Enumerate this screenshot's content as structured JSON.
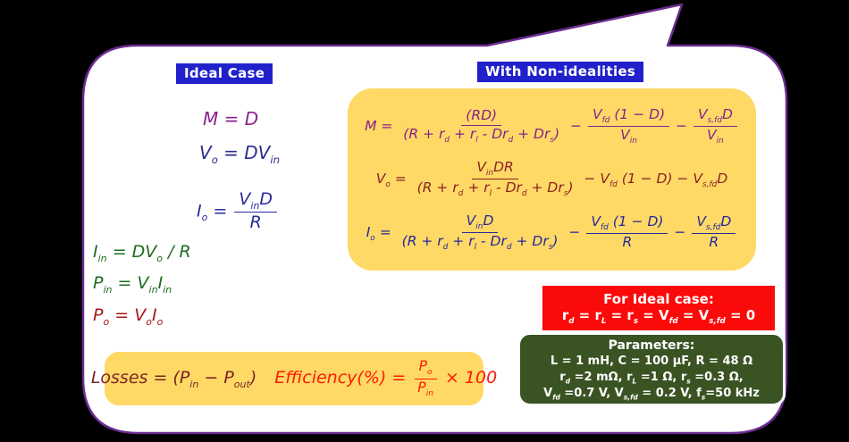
{
  "canvas": {
    "bg": "#000000",
    "bubble_fill": "#FFFFFF",
    "bubble_border": "#6B2C91"
  },
  "headers": {
    "bg": "#2121CB",
    "fg": "#FFFFFF",
    "ideal_case": "Ideal Case",
    "with_nonidealities": "With Non-idealities"
  },
  "ideal_column": {
    "m": {
      "color": "#8A2190",
      "parts": [
        {
          "t": "txt",
          "s": "M = D"
        }
      ]
    },
    "vo": {
      "color": "#2B2B8F",
      "parts": [
        {
          "t": "txt",
          "s": "V"
        },
        {
          "t": "sub",
          "s": "o"
        },
        {
          "t": "txt",
          "s": " = DV"
        },
        {
          "t": "sub",
          "s": "in"
        }
      ]
    },
    "io": {
      "color": "#2B2B9C",
      "parts": [
        {
          "t": "txt",
          "s": "I"
        },
        {
          "t": "sub",
          "s": "o"
        },
        {
          "t": "txt",
          "s": " = "
        },
        {
          "t": "frac",
          "n": [
            {
              "t": "txt",
              "s": "V"
            },
            {
              "t": "sub",
              "s": "in"
            },
            {
              "t": "txt",
              "s": "D"
            }
          ],
          "d": [
            {
              "t": "txt",
              "s": "R"
            }
          ]
        }
      ]
    },
    "iin": {
      "color": "#1E6B1E",
      "parts": [
        {
          "t": "txt",
          "s": "I"
        },
        {
          "t": "sub",
          "s": "in"
        },
        {
          "t": "txt",
          "s": " = DV"
        },
        {
          "t": "sub",
          "s": "o"
        },
        {
          "t": "txt",
          "s": " / R"
        }
      ]
    },
    "pin": {
      "color": "#1E6B1E",
      "parts": [
        {
          "t": "txt",
          "s": "P"
        },
        {
          "t": "sub",
          "s": "in"
        },
        {
          "t": "txt",
          "s": " = V"
        },
        {
          "t": "sub",
          "s": "in"
        },
        {
          "t": "txt",
          "s": "I"
        },
        {
          "t": "sub",
          "s": "in"
        }
      ]
    },
    "po": {
      "color": "#A31717",
      "parts": [
        {
          "t": "txt",
          "s": "P"
        },
        {
          "t": "sub",
          "s": "o"
        },
        {
          "t": "txt",
          "s": " = V"
        },
        {
          "t": "sub",
          "s": "o"
        },
        {
          "t": "txt",
          "s": "I"
        },
        {
          "t": "sub",
          "s": "o"
        }
      ]
    }
  },
  "noni_box": {
    "bg": "#FFD966",
    "m": {
      "color": "#86218A",
      "parts": [
        {
          "t": "txt",
          "s": "M = "
        },
        {
          "t": "frac",
          "n": [
            {
              "t": "txt",
              "s": "(RD)"
            }
          ],
          "d": [
            {
              "t": "txt",
              "s": "(R + r"
            },
            {
              "t": "sub",
              "s": "d"
            },
            {
              "t": "txt",
              "s": " + r"
            },
            {
              "t": "sub",
              "s": "l"
            },
            {
              "t": "txt",
              "s": " - Dr"
            },
            {
              "t": "sub",
              "s": "d"
            },
            {
              "t": "txt",
              "s": " + Dr"
            },
            {
              "t": "sub",
              "s": "s"
            },
            {
              "t": "txt",
              "s": ")"
            }
          ]
        },
        {
          "t": "txt",
          "s": " − "
        },
        {
          "t": "frac",
          "n": [
            {
              "t": "txt",
              "s": "V"
            },
            {
              "t": "sub",
              "s": "fd"
            },
            {
              "t": "txt",
              "s": " (1 − D)"
            }
          ],
          "d": [
            {
              "t": "txt",
              "s": "V"
            },
            {
              "t": "sub",
              "s": "in"
            }
          ]
        },
        {
          "t": "txt",
          "s": " − "
        },
        {
          "t": "frac",
          "n": [
            {
              "t": "txt",
              "s": "V"
            },
            {
              "t": "sub",
              "s": "s,fd"
            },
            {
              "t": "txt",
              "s": "D"
            }
          ],
          "d": [
            {
              "t": "txt",
              "s": "V"
            },
            {
              "t": "sub",
              "s": "in"
            }
          ]
        }
      ]
    },
    "vo": {
      "color": "#8B2121",
      "parts": [
        {
          "t": "txt",
          "s": "V"
        },
        {
          "t": "sub",
          "s": "o"
        },
        {
          "t": "txt",
          "s": " = "
        },
        {
          "t": "frac",
          "n": [
            {
              "t": "txt",
              "s": "V"
            },
            {
              "t": "sub",
              "s": "in"
            },
            {
              "t": "txt",
              "s": "DR"
            }
          ],
          "d": [
            {
              "t": "txt",
              "s": "(R + r"
            },
            {
              "t": "sub",
              "s": "d"
            },
            {
              "t": "txt",
              "s": " + r"
            },
            {
              "t": "sub",
              "s": "l"
            },
            {
              "t": "txt",
              "s": " - Dr"
            },
            {
              "t": "sub",
              "s": "d"
            },
            {
              "t": "txt",
              "s": " + Dr"
            },
            {
              "t": "sub",
              "s": "s"
            },
            {
              "t": "txt",
              "s": ")"
            }
          ]
        },
        {
          "t": "txt",
          "s": " − V"
        },
        {
          "t": "sub",
          "s": "fd"
        },
        {
          "t": "txt",
          "s": " (1 − D) − V"
        },
        {
          "t": "sub",
          "s": "s,fd"
        },
        {
          "t": "txt",
          "s": "D"
        }
      ]
    },
    "io": {
      "color": "#26269B",
      "parts": [
        {
          "t": "txt",
          "s": "I"
        },
        {
          "t": "sub",
          "s": "o"
        },
        {
          "t": "txt",
          "s": " = "
        },
        {
          "t": "frac",
          "n": [
            {
              "t": "txt",
              "s": "V"
            },
            {
              "t": "sub",
              "s": "in"
            },
            {
              "t": "txt",
              "s": "D"
            }
          ],
          "d": [
            {
              "t": "txt",
              "s": "(R + r"
            },
            {
              "t": "sub",
              "s": "d"
            },
            {
              "t": "txt",
              "s": " + r"
            },
            {
              "t": "sub",
              "s": "l"
            },
            {
              "t": "txt",
              "s": " - Dr"
            },
            {
              "t": "sub",
              "s": "d"
            },
            {
              "t": "txt",
              "s": " + Dr"
            },
            {
              "t": "sub",
              "s": "s"
            },
            {
              "t": "txt",
              "s": ")"
            }
          ]
        },
        {
          "t": "txt",
          "s": " − "
        },
        {
          "t": "frac",
          "n": [
            {
              "t": "txt",
              "s": "V"
            },
            {
              "t": "sub",
              "s": "fd"
            },
            {
              "t": "txt",
              "s": " (1 − D)"
            }
          ],
          "d": [
            {
              "t": "txt",
              "s": "R"
            }
          ]
        },
        {
          "t": "txt",
          "s": " − "
        },
        {
          "t": "frac",
          "n": [
            {
              "t": "txt",
              "s": "V"
            },
            {
              "t": "sub",
              "s": "s,fd"
            },
            {
              "t": "txt",
              "s": "D"
            }
          ],
          "d": [
            {
              "t": "txt",
              "s": "R"
            }
          ]
        }
      ]
    }
  },
  "losses_box": {
    "bg": "#FFD966",
    "losses": {
      "color": "#7B2424",
      "parts": [
        {
          "t": "txt",
          "s": "Losses = (P"
        },
        {
          "t": "sub",
          "s": "in"
        },
        {
          "t": "txt",
          "s": " − P"
        },
        {
          "t": "sub",
          "s": "out"
        },
        {
          "t": "txt",
          "s": ")"
        }
      ]
    },
    "efficiency": {
      "color": "#FF1A00",
      "parts": [
        {
          "t": "txt",
          "s": "Efficiency(%) = "
        },
        {
          "t": "frac",
          "n": [
            {
              "t": "txt",
              "s": "P"
            },
            {
              "t": "sub",
              "s": "o"
            }
          ],
          "d": [
            {
              "t": "txt",
              "s": "P"
            },
            {
              "t": "sub",
              "s": "in"
            }
          ]
        },
        {
          "t": "txt",
          "s": " × 100"
        }
      ]
    }
  },
  "red_box": {
    "bg": "#FB0A0A",
    "fg": "#FFFFFF",
    "title": "For Ideal case:",
    "equation": {
      "parts": [
        {
          "t": "txt",
          "s": "r"
        },
        {
          "t": "sub",
          "s": "d"
        },
        {
          "t": "txt",
          "s": " = r"
        },
        {
          "t": "sub",
          "s": "L"
        },
        {
          "t": "txt",
          "s": " = r"
        },
        {
          "t": "sub",
          "s": "s"
        },
        {
          "t": "txt",
          "s": " = V"
        },
        {
          "t": "sub",
          "s": "fd"
        },
        {
          "t": "txt",
          "s": " = V"
        },
        {
          "t": "sub",
          "s": "s,fd"
        },
        {
          "t": "txt",
          "s": " = 0"
        }
      ]
    }
  },
  "params_box": {
    "bg": "#3A5323",
    "fg": "#FFFFFF",
    "border": "#FFFFFF",
    "title": "Parameters:",
    "lines": [
      {
        "parts": [
          {
            "t": "txt",
            "s": "L = 1 mH, C = 100 µF, R = 48 Ω"
          }
        ]
      },
      {
        "parts": [
          {
            "t": "txt",
            "s": "r"
          },
          {
            "t": "sub",
            "s": "d"
          },
          {
            "t": "txt",
            "s": " =2 mΩ, r"
          },
          {
            "t": "sub",
            "s": "L"
          },
          {
            "t": "txt",
            "s": " =1 Ω, r"
          },
          {
            "t": "sub",
            "s": "s"
          },
          {
            "t": "txt",
            "s": " =0.3 Ω,"
          }
        ]
      },
      {
        "parts": [
          {
            "t": "txt",
            "s": "V"
          },
          {
            "t": "sub",
            "s": "fd"
          },
          {
            "t": "txt",
            "s": " =0.7 V, V"
          },
          {
            "t": "sub",
            "s": "s,fd"
          },
          {
            "t": "txt",
            "s": " = 0.2 V, f"
          },
          {
            "t": "sub",
            "s": "s"
          },
          {
            "t": "txt",
            "s": "=50 kHz"
          }
        ]
      }
    ]
  }
}
